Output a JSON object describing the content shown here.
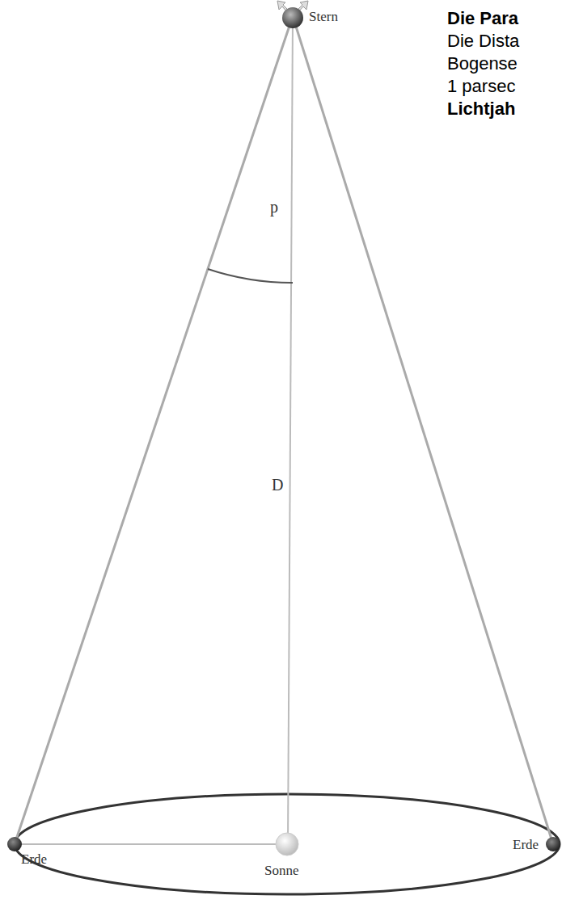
{
  "diagram": {
    "labels": [
      "Stern",
      "Die Para",
      "Die Dista",
      "Bogense",
      "1 parsec",
      "Lichtjah",
      "p",
      "D",
      "Erde",
      "Sonne",
      "Erde"
    ]
  }
}
